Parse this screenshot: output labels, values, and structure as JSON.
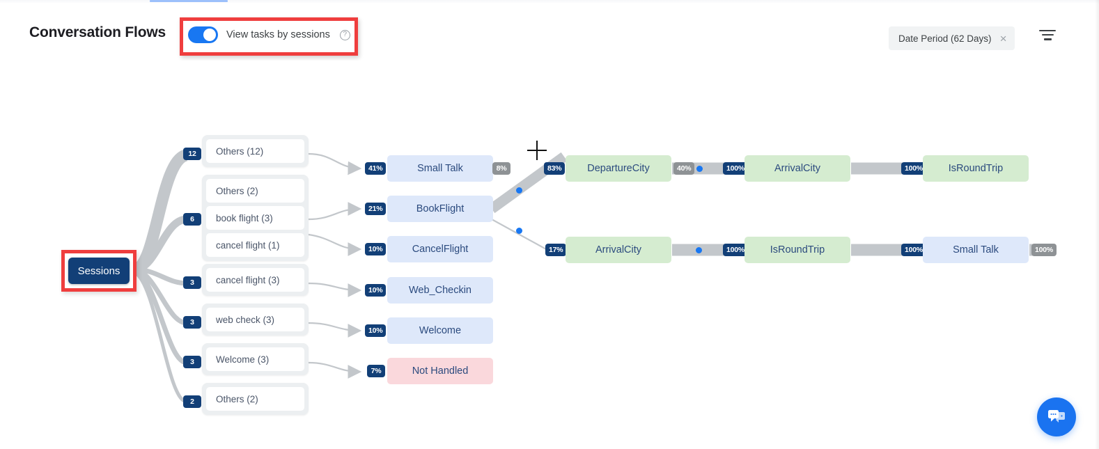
{
  "header": {
    "title": "Conversation Flows",
    "toggle_label": "View tasks by sessions",
    "toggle_state": "on",
    "help_icon": "help-circle-icon",
    "date_chip_label": "Date Period (62 Days)",
    "date_chip_close": "×",
    "filter_icon": "filter-icon"
  },
  "accent": {
    "toggle_blue": "#1877f2",
    "node_blue": "#dee8fa",
    "node_green": "#d5ecd0",
    "node_pink": "#fad8dc",
    "badge_navy": "#123f77",
    "badge_gray": "#8e9295",
    "highlight_red": "#ef3e3e",
    "link_gray": "#c3c7cb",
    "tab_underline": "#9cc0fb"
  },
  "flow": {
    "root": {
      "label": "Sessions",
      "type": "root"
    },
    "groups": [
      {
        "id": "g1",
        "count_badge": "12",
        "items": [
          "Others (12)"
        ]
      },
      {
        "id": "g2",
        "count_badge": "6",
        "items": [
          "Others (2)",
          "book flight (3)",
          "cancel flight (1)"
        ]
      },
      {
        "id": "g3",
        "count_badge": "3",
        "items": [
          "cancel flight (3)"
        ]
      },
      {
        "id": "g4",
        "count_badge": "3",
        "items": [
          "web check (3)"
        ]
      },
      {
        "id": "g5",
        "count_badge": "3",
        "items": [
          "Welcome (3)"
        ]
      },
      {
        "id": "g6",
        "count_badge": "2",
        "items": [
          "Others (2)"
        ]
      }
    ],
    "column2": [
      {
        "label": "Small Talk",
        "type": "blue",
        "in_pct": "41%",
        "out_pct": "8%"
      },
      {
        "label": "BookFlight",
        "type": "blue",
        "in_pct": "21%",
        "out_pct": ""
      },
      {
        "label": "CancelFlight",
        "type": "blue",
        "in_pct": "10%",
        "out_pct": ""
      },
      {
        "label": "Web_Checkin",
        "type": "blue",
        "in_pct": "10%",
        "out_pct": ""
      },
      {
        "label": "Welcome",
        "type": "blue",
        "in_pct": "10%",
        "out_pct": ""
      },
      {
        "label": "Not Handled",
        "type": "pink",
        "in_pct": "7%",
        "out_pct": ""
      }
    ],
    "branch_top": {
      "nodes": [
        {
          "label": "DepartureCity",
          "type": "green",
          "in_pct": "83%"
        },
        {
          "label": "ArrivalCity",
          "type": "green",
          "in_pct": "100%"
        },
        {
          "label": "IsRoundTrip",
          "type": "green",
          "in_pct": "100%"
        }
      ],
      "drop_pct": "40%"
    },
    "branch_bottom": {
      "nodes": [
        {
          "label": "ArrivalCity",
          "type": "green",
          "in_pct": "17%"
        },
        {
          "label": "IsRoundTrip",
          "type": "green",
          "in_pct": "100%"
        },
        {
          "label": "Small Talk",
          "type": "blue",
          "in_pct": "100%"
        }
      ],
      "end_pct": "100%"
    }
  },
  "chat_fab": {
    "icon": "chat-bubbles-icon"
  }
}
